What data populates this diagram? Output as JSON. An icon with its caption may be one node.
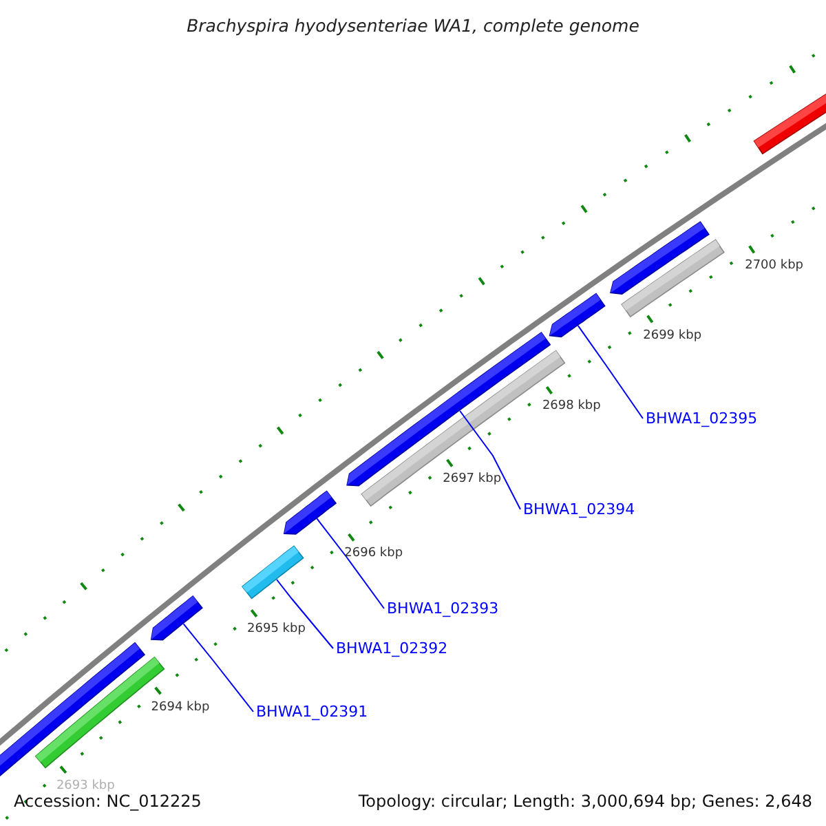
{
  "diagram": {
    "title": "Brachyspira hyodysenteriae WA1, complete genome",
    "nodes": [
      {
        "text": [
          "BHWA1_02391"
        ]
      },
      {
        "text": [
          "BHWA1_02392"
        ]
      },
      {
        "text": [
          "BHWA1_02393"
        ]
      },
      {
        "text": [
          "BHWA1_02394"
        ]
      },
      {
        "text": [
          "BHWA1_02395"
        ]
      },
      {
        "text": [],
        "shape": "bar"
      },
      {
        "text": [],
        "shape": "bar"
      },
      {
        "text": [],
        "shape": "bar"
      },
      {
        "text": [],
        "shape": "bar"
      },
      {
        "text": [],
        "shape": "bar"
      },
      {
        "text": [],
        "shape": "bar"
      },
      {
        "text": [],
        "shape": "bar"
      },
      {
        "text": [],
        "shape": "bar"
      },
      {
        "text": [],
        "shape": "bar"
      },
      {
        "text": [],
        "shape": "bar"
      },
      {
        "text": [],
        "shape": "bar"
      }
    ],
    "edges": [
      {
        "from": 0,
        "to": 7,
        "arrow": "none"
      },
      {
        "from": 1,
        "to": 8,
        "arrow": "none"
      },
      {
        "from": 2,
        "to": 9,
        "arrow": "none"
      },
      {
        "from": 3,
        "to": 10,
        "arrow": "none"
      },
      {
        "from": 4,
        "to": 12,
        "arrow": "none"
      }
    ],
    "labels": [
      "2700 kbp",
      "2699 kbp",
      "2698 kbp",
      "2697 kbp",
      "2696 kbp",
      "2695 kbp",
      "2694 kbp",
      "2693 kbp",
      "Accession: NC_012225",
      "Topology: circular; Length: 3,000,694 bp; Genes: 2,648"
    ]
  }
}
